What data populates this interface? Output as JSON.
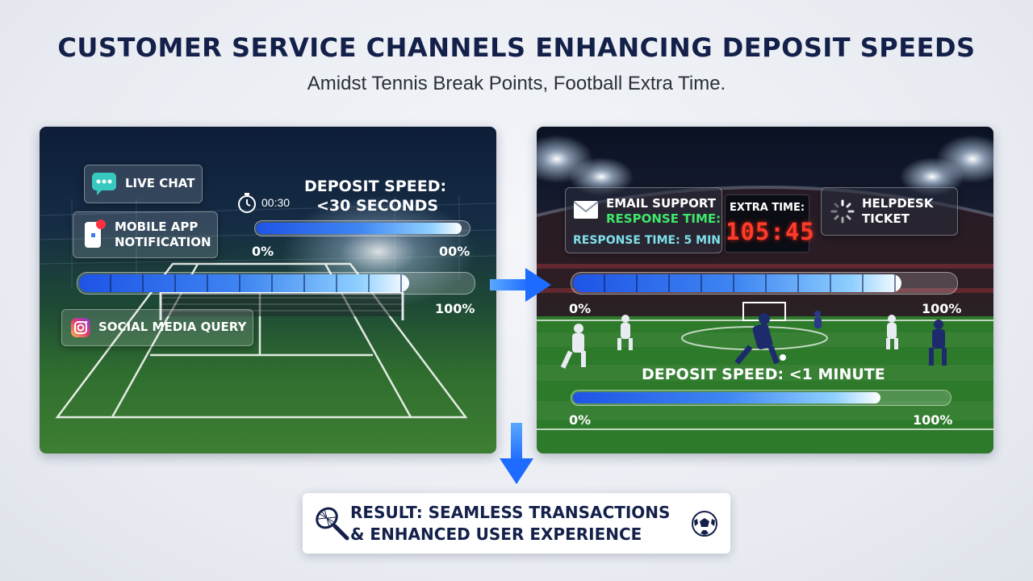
{
  "header": {
    "title": "CUSTOMER SERVICE CHANNELS ENHANCING DEPOSIT SPEEDS",
    "subtitle": "Amidst Tennis Break Points, Football Extra Time."
  },
  "tennis_panel": {
    "live_chat": "LIVE CHAT",
    "mobile_app_line1": "MOBILE APP",
    "mobile_app_line2": "NOTIFICATION",
    "social_media": "SOCIAL MEDIA QUERY",
    "timer": "00:30",
    "deposit_line1": "DEPOSIT SPEED:",
    "deposit_line2": "<30 SECONDS",
    "bar1": {
      "left_label": "0%",
      "right_label": "00%",
      "fill_percent": 97
    },
    "bar2": {
      "right_label": "100%",
      "fill_percent": 84
    }
  },
  "football_panel": {
    "email_title": "EMAIL SUPPORT",
    "email_response_green": "RESPONSE TIME:",
    "email_response_full": "RESPONSE TIME: 5 MIN",
    "extra_time_label": "EXTRA TIME:",
    "extra_time_value": "105:45",
    "helpdesk_line1": "HELPDESK",
    "helpdesk_line2": "TICKET",
    "bar1": {
      "left_label": "0%",
      "right_label": "100%",
      "fill_percent": 86
    },
    "deposit_speed": "DEPOSIT SPEED: <1 MINUTE",
    "bar2": {
      "left_label": "0%",
      "right_label": "100%",
      "fill_percent": 82
    }
  },
  "result": {
    "line1": "RESULT: SEAMLESS TRANSACTIONS",
    "line2": "& ENHANCED USER EXPERIENCE"
  },
  "colors": {
    "title": "#13204a",
    "accent_blue": "#1e7bff",
    "green_text": "#3ee86b",
    "score_red": "#ff3b2a"
  },
  "icons": [
    "chat-icon",
    "mobile-app-icon",
    "instagram-icon",
    "stopwatch-icon",
    "envelope-icon",
    "loading-icon",
    "tennis-racket-icon",
    "football-icon",
    "arrow-right-icon",
    "arrow-down-icon"
  ]
}
